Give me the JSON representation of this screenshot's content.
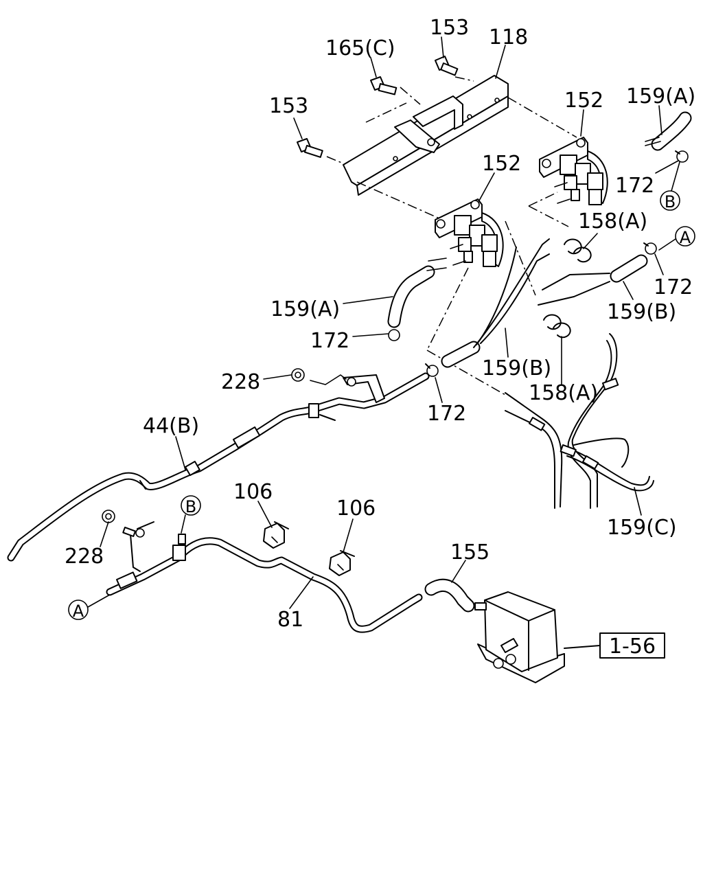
{
  "labels": {
    "p153a": "153",
    "p118": "118",
    "p165c": "165(C)",
    "p153b": "153",
    "p152a": "152",
    "p159a1": "159(A)",
    "p172a": "172",
    "p152b": "152",
    "p158a1": "158(A)",
    "p172b": "172",
    "p159a2": "159(A)",
    "p159b1": "159(B)",
    "p172c": "172",
    "p228a": "228",
    "p159b2": "159(B)",
    "p158a2": "158(A)",
    "p172d": "172",
    "p44b": "44(B)",
    "p106a": "106",
    "p106b": "106",
    "p159c": "159(C)",
    "p228b": "228",
    "p155": "155",
    "p81": "81",
    "ref156": "1-56"
  },
  "markers": {
    "b_upper": "B",
    "a_upper": "A",
    "b_lower": "B",
    "a_lower": "A"
  },
  "icons": {
    "bolt": "bolt-icon",
    "nut": "nut-icon",
    "clamp": "hose-clamp-icon",
    "valve": "vsv-valve-icon",
    "canister": "canister-icon"
  }
}
